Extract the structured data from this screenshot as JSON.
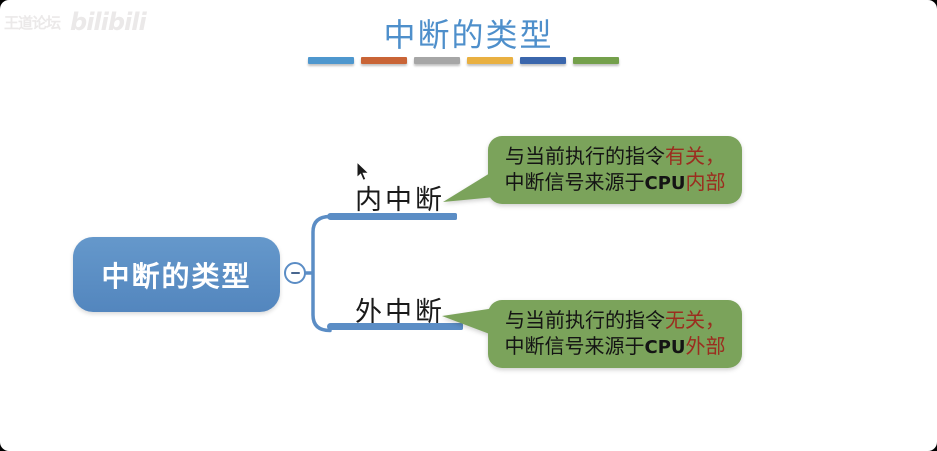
{
  "window": {
    "background": "#000000",
    "canvas_background": "#FFFFFF"
  },
  "watermark": {
    "channel": "王道论坛",
    "platform_logo": "bilibili"
  },
  "header": {
    "title": "中断的类型",
    "title_color": "#4E8FCB",
    "divider_colors": [
      "#4E97CE",
      "#C96436",
      "#A6A6A6",
      "#E9B041",
      "#3A66AC",
      "#74A04B"
    ]
  },
  "mindmap": {
    "root_label": "中断的类型",
    "collapse_symbol": "−",
    "colors": {
      "node_fill": "#5B8DC5",
      "branch_line": "#5B8DC5",
      "callout_fill": "#7BA35B",
      "highlight_red": "#9B2D1F",
      "label_text": "#1A1A1A"
    },
    "branches": [
      {
        "label": "内中断",
        "callout": {
          "line1_normal": "与当前执行的指令",
          "line1_highlight": "有关，",
          "line2_normal": "中断信号来源于",
          "line2_cpu": "CPU",
          "line2_highlight": "内部"
        }
      },
      {
        "label": "外中断",
        "callout": {
          "line1_normal": "与当前执行的指令",
          "line1_highlight": "无关，",
          "line2_normal": "中断信号来源于",
          "line2_cpu": "CPU",
          "line2_highlight": "外部"
        }
      }
    ]
  },
  "cursor": {
    "shape": "arrow"
  }
}
